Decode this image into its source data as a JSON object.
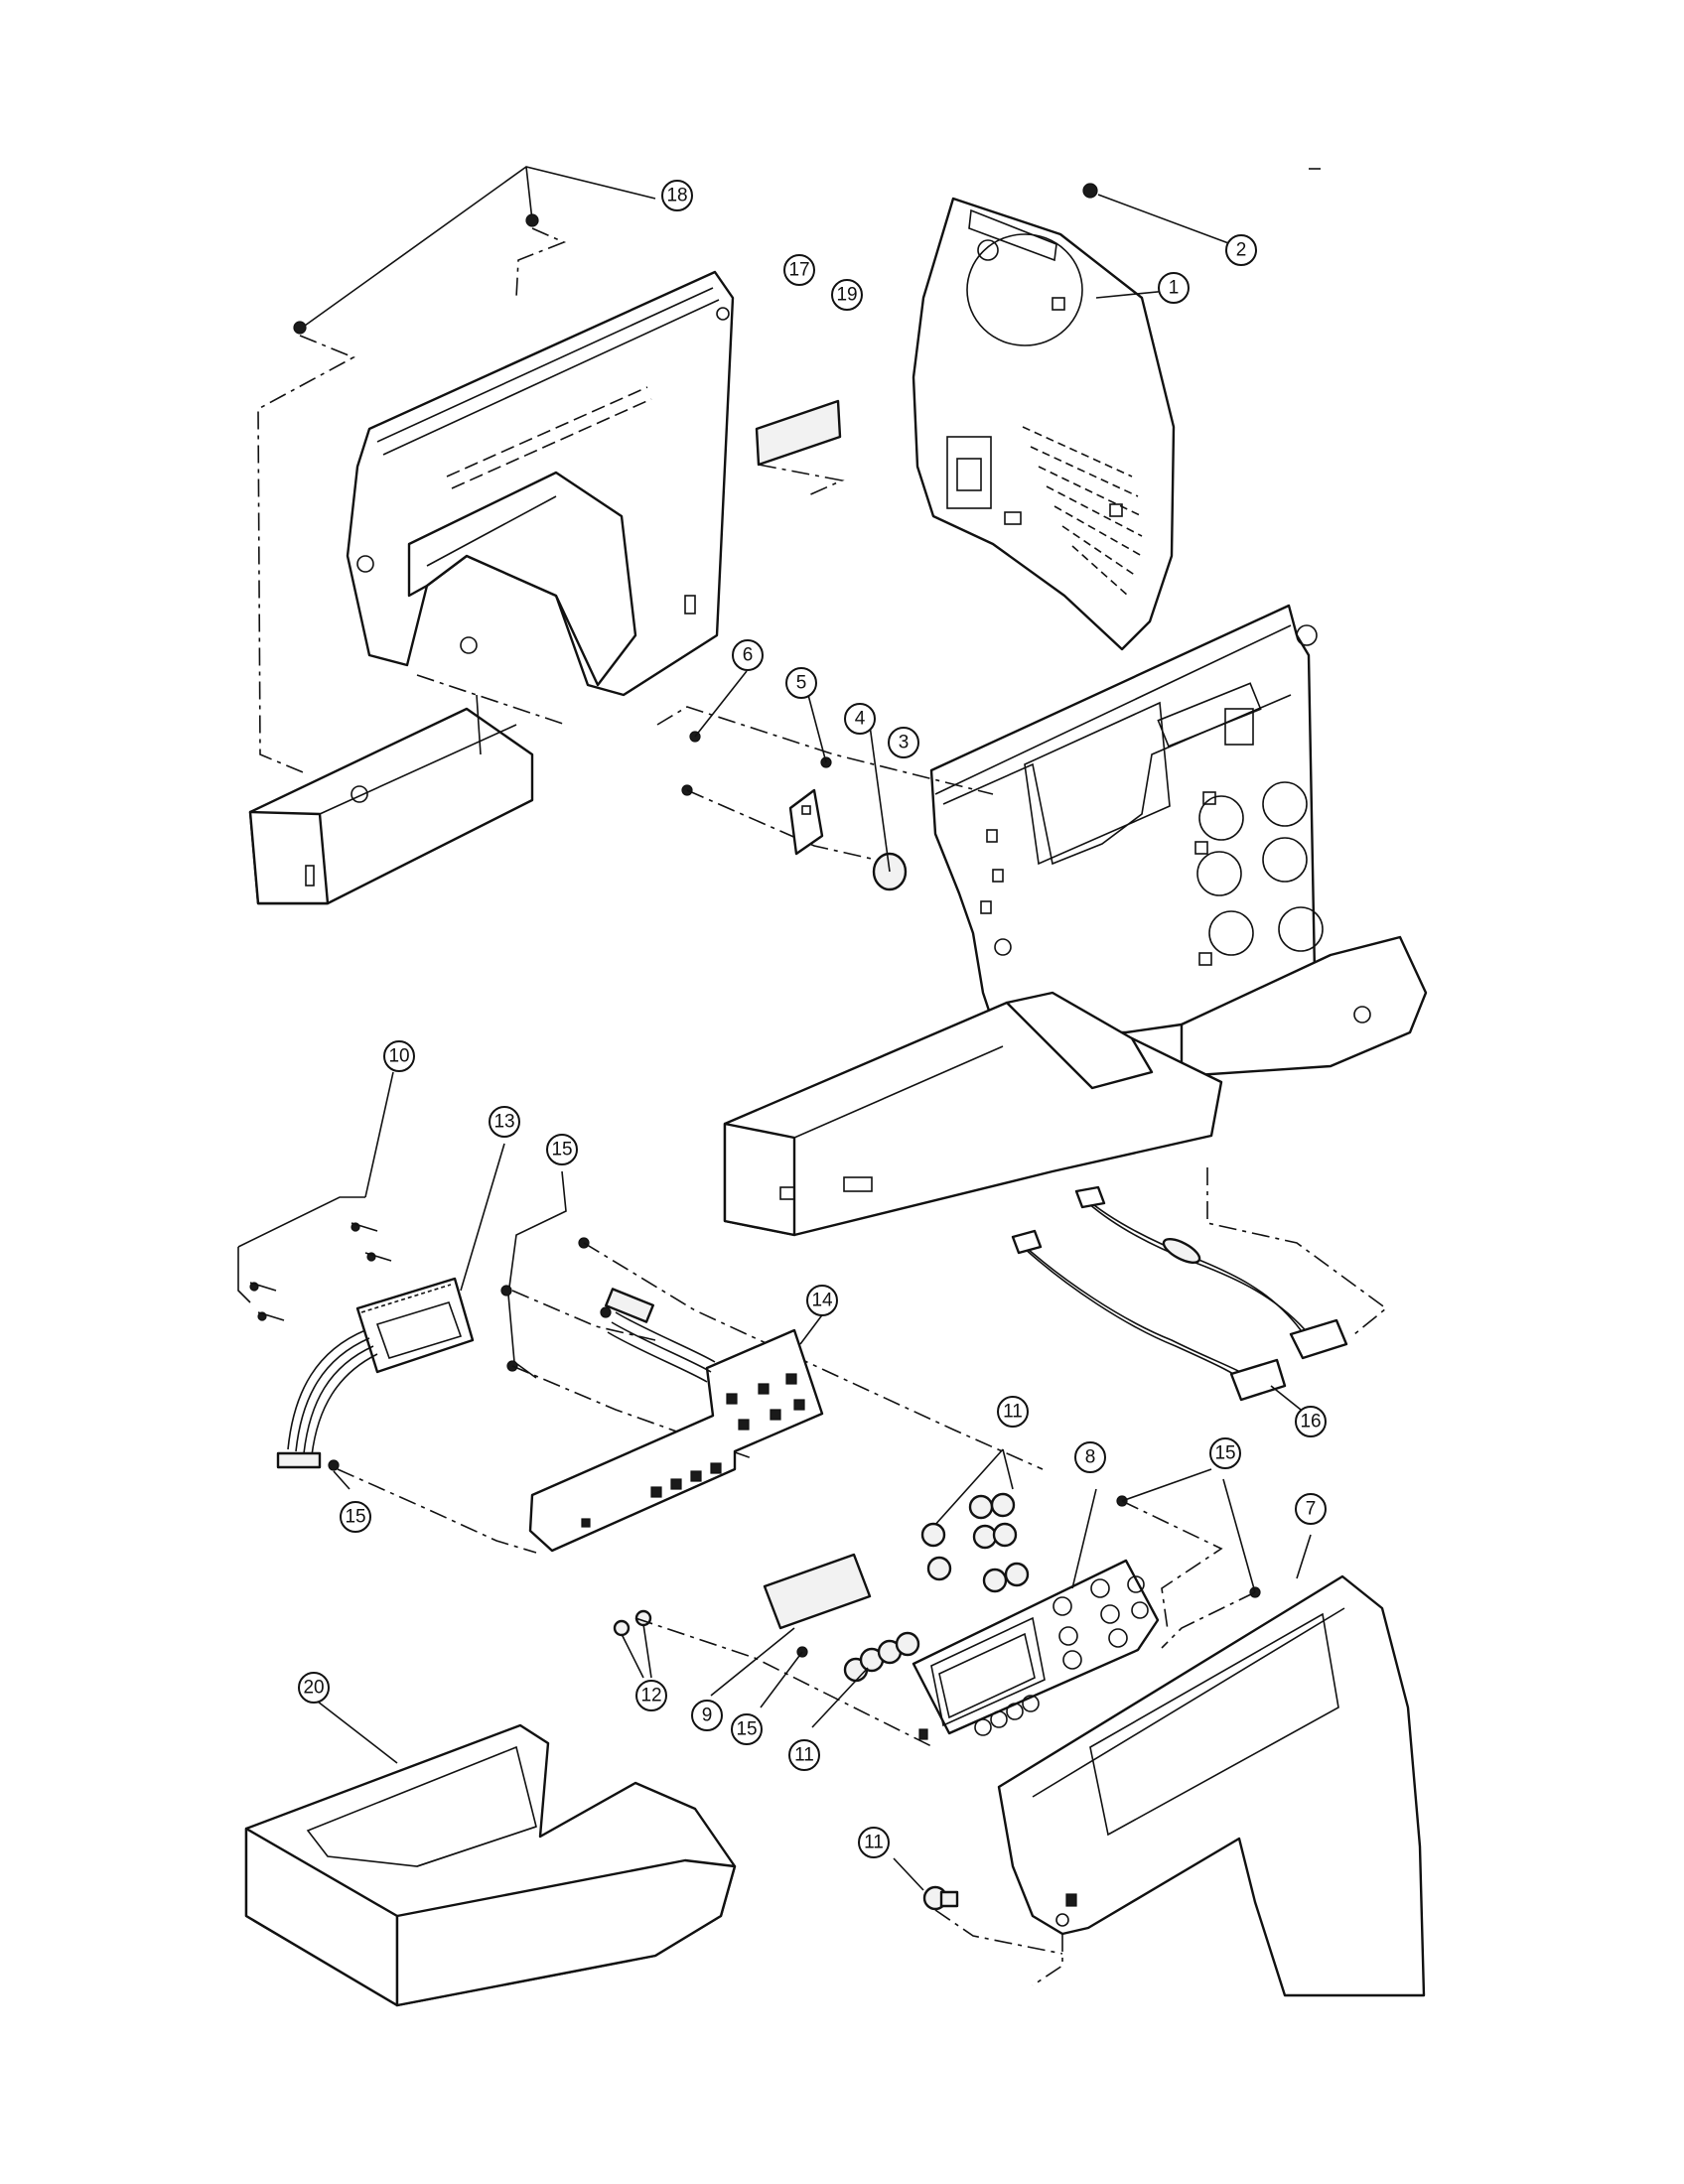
{
  "callouts": [
    {
      "id": "c18a",
      "label": "18"
    },
    {
      "id": "c2",
      "label": "2"
    },
    {
      "id": "c1",
      "label": "1"
    },
    {
      "id": "c17",
      "label": "17"
    },
    {
      "id": "c19",
      "label": "19"
    },
    {
      "id": "c6",
      "label": "6"
    },
    {
      "id": "c5",
      "label": "5"
    },
    {
      "id": "c4",
      "label": "4"
    },
    {
      "id": "c3",
      "label": "3"
    },
    {
      "id": "c10",
      "label": "10"
    },
    {
      "id": "c13",
      "label": "13"
    },
    {
      "id": "c15a",
      "label": "15"
    },
    {
      "id": "c14",
      "label": "14"
    },
    {
      "id": "c11a",
      "label": "11"
    },
    {
      "id": "c8",
      "label": "8"
    },
    {
      "id": "c15b",
      "label": "15"
    },
    {
      "id": "c7",
      "label": "7"
    },
    {
      "id": "c16",
      "label": "16"
    },
    {
      "id": "c15c",
      "label": "15"
    },
    {
      "id": "c12",
      "label": "12"
    },
    {
      "id": "c9",
      "label": "9"
    },
    {
      "id": "c15d",
      "label": "15"
    },
    {
      "id": "c11b",
      "label": "11"
    },
    {
      "id": "c20",
      "label": "20"
    },
    {
      "id": "c11c",
      "label": "11"
    }
  ]
}
